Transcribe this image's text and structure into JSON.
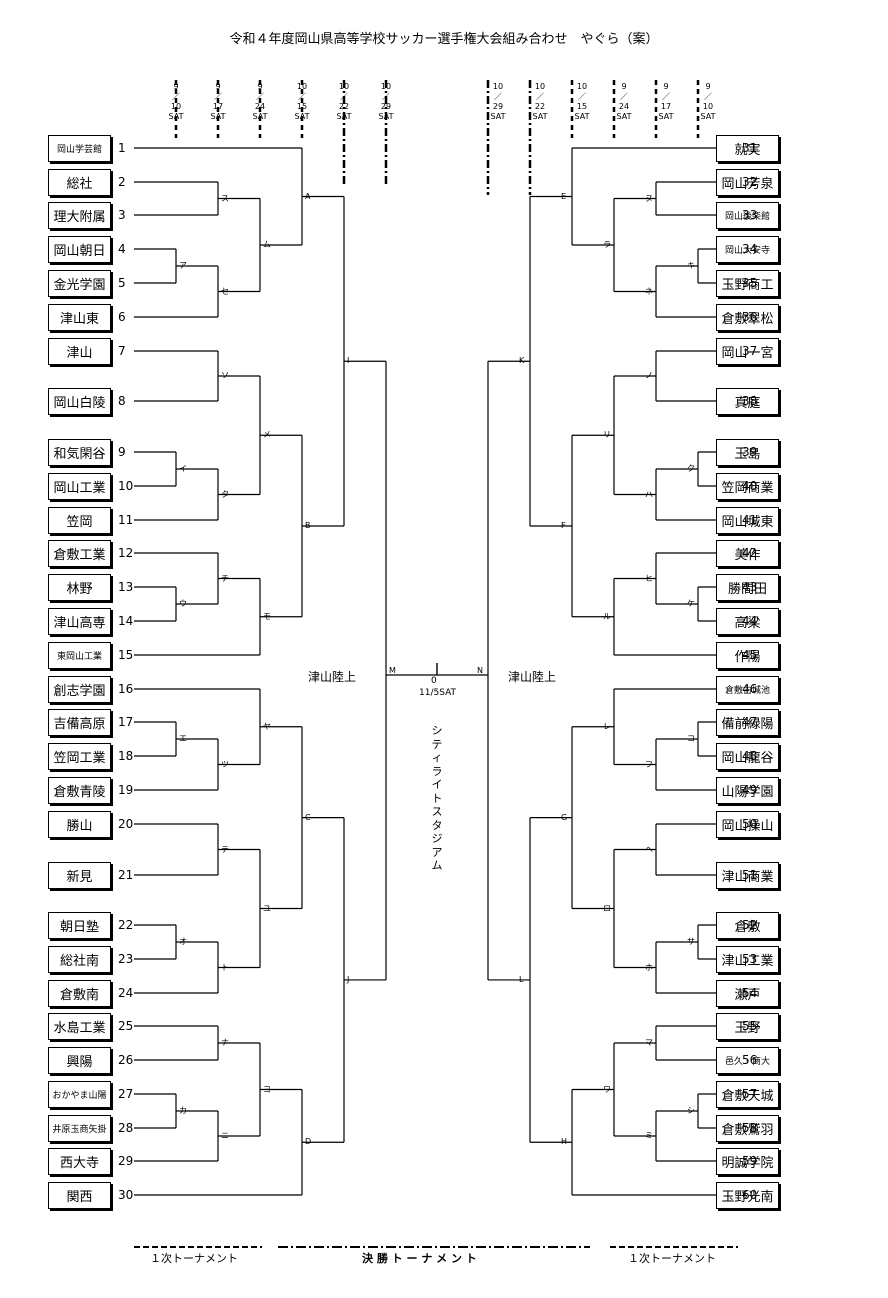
{
  "title": "令和４年度岡山県高等学校サッカー選手権大会組み合わせ　やぐら（案）",
  "dates_left": [
    {
      "m": "9",
      "d": "10",
      "w": "SAT"
    },
    {
      "m": "9",
      "d": "17",
      "w": "SAT"
    },
    {
      "m": "9",
      "d": "24",
      "w": "SAT"
    },
    {
      "m": "10",
      "d": "15",
      "w": "SAT"
    },
    {
      "m": "10",
      "d": "22",
      "w": "SAT"
    },
    {
      "m": "10",
      "d": "29",
      "w": "SAT"
    }
  ],
  "dates_right": [
    {
      "m": "10",
      "d": "29",
      "w": "SAT"
    },
    {
      "m": "10",
      "d": "22",
      "w": "SAT"
    },
    {
      "m": "10",
      "d": "15",
      "w": "SAT"
    },
    {
      "m": "9",
      "d": "24",
      "w": "SAT"
    },
    {
      "m": "9",
      "d": "17",
      "w": "SAT"
    },
    {
      "m": "9",
      "d": "10",
      "w": "SAT"
    }
  ],
  "date_sep": "／",
  "teams_left": [
    {
      "n": "1",
      "name": "岡山学芸館",
      "small": true
    },
    {
      "n": "2",
      "name": "総社"
    },
    {
      "n": "3",
      "name": "理大附属"
    },
    {
      "n": "4",
      "name": "岡山朝日"
    },
    {
      "n": "5",
      "name": "金光学園"
    },
    {
      "n": "6",
      "name": "津山東"
    },
    {
      "n": "7",
      "name": "津山"
    },
    {
      "n": "8",
      "name": "岡山白陵"
    },
    {
      "n": "9",
      "name": "和気閑谷"
    },
    {
      "n": "10",
      "name": "岡山工業"
    },
    {
      "n": "11",
      "name": "笠岡"
    },
    {
      "n": "12",
      "name": "倉敷工業"
    },
    {
      "n": "13",
      "name": "林野"
    },
    {
      "n": "14",
      "name": "津山高専"
    },
    {
      "n": "15",
      "name": "東岡山工業",
      "small": true
    },
    {
      "n": "16",
      "name": "創志学園"
    },
    {
      "n": "17",
      "name": "吉備高原"
    },
    {
      "n": "18",
      "name": "笠岡工業"
    },
    {
      "n": "19",
      "name": "倉敷青陵"
    },
    {
      "n": "20",
      "name": "勝山"
    },
    {
      "n": "21",
      "name": "新見"
    },
    {
      "n": "22",
      "name": "朝日塾"
    },
    {
      "n": "23",
      "name": "総社南"
    },
    {
      "n": "24",
      "name": "倉敷南"
    },
    {
      "n": "25",
      "name": "水島工業"
    },
    {
      "n": "26",
      "name": "興陽"
    },
    {
      "n": "27",
      "name": "おかやま山陽",
      "small": true
    },
    {
      "n": "28",
      "name": "井原玉商矢掛",
      "small": true
    },
    {
      "n": "29",
      "name": "西大寺"
    },
    {
      "n": "30",
      "name": "関西"
    }
  ],
  "teams_right": [
    {
      "n": "31",
      "name": "就実"
    },
    {
      "n": "32",
      "name": "岡山芳泉"
    },
    {
      "n": "33",
      "name": "岡山後楽館",
      "small": true
    },
    {
      "n": "34",
      "name": "岡山大安寺",
      "small": true
    },
    {
      "n": "35",
      "name": "玉野商工"
    },
    {
      "n": "36",
      "name": "倉敷翠松"
    },
    {
      "n": "37",
      "name": "岡山一宮"
    },
    {
      "n": "38",
      "name": "真庭"
    },
    {
      "n": "39",
      "name": "玉島"
    },
    {
      "n": "40",
      "name": "笠岡商業"
    },
    {
      "n": "41",
      "name": "岡山城東"
    },
    {
      "n": "42",
      "name": "美作"
    },
    {
      "n": "43",
      "name": "勝間田"
    },
    {
      "n": "44",
      "name": "高梁"
    },
    {
      "n": "45",
      "name": "作陽"
    },
    {
      "n": "46",
      "name": "倉敷古城池",
      "small": true
    },
    {
      "n": "47",
      "name": "備前緑陽"
    },
    {
      "n": "48",
      "name": "岡山龍谷"
    },
    {
      "n": "49",
      "name": "山陽学園"
    },
    {
      "n": "50",
      "name": "岡山操山"
    },
    {
      "n": "51",
      "name": "津山商業"
    },
    {
      "n": "52",
      "name": "倉敷"
    },
    {
      "n": "53",
      "name": "津山工業"
    },
    {
      "n": "54",
      "name": "瀬戸"
    },
    {
      "n": "55",
      "name": "玉野"
    },
    {
      "n": "56",
      "name": "邑久・商大",
      "small": true
    },
    {
      "n": "57",
      "name": "倉敷天城"
    },
    {
      "n": "58",
      "name": "倉敷鷲羽"
    },
    {
      "n": "59",
      "name": "明誠学院"
    },
    {
      "n": "60",
      "name": "玉野光南"
    }
  ],
  "match_labels": {
    "A": "A",
    "B": "B",
    "C": "C",
    "D": "D",
    "E": "E",
    "F": "F",
    "G": "G",
    "H": "H",
    "I": "I",
    "J": "J",
    "K": "K",
    "L": "L",
    "M": "M",
    "N": "N",
    "a": "ア",
    "i": "イ",
    "u": "ウ",
    "e": "エ",
    "o": "オ",
    "ka": "カ",
    "ki": "キ",
    "ku": "ク",
    "ke": "ケ",
    "ko": "コ",
    "sa": "サ",
    "shi": "シ",
    "su": "ス",
    "se": "セ",
    "so": "ソ",
    "ta": "タ",
    "chi": "チ",
    "tsu": "ツ",
    "te": "テ",
    "to": "ト",
    "na": "ナ",
    "ni": "ニ",
    "nu": "ヌ",
    "ne": "ネ",
    "no": "ノ",
    "ha": "ハ",
    "hi": "ヒ",
    "fu": "フ",
    "he": "ヘ",
    "ho": "ホ",
    "ma": "マ",
    "mi": "ミ",
    "mu": "ム",
    "me": "メ",
    "mo": "モ",
    "ya": "ヤ",
    "yu": "ユ",
    "yo": "ヨ",
    "ra": "ラ",
    "ri": "リ",
    "ru": "ル",
    "re": "レ",
    "ro": "ロ",
    "wa": "ワ"
  },
  "venue_left": "津山陸上",
  "venue_right": "津山陸上",
  "final_num": "0",
  "final_date": "11/5SAT",
  "final_venue": "シティライトスタジアム",
  "footer_left": "１次トーナメント",
  "footer_center": "決 勝 ト ー ナ メ ン ト",
  "footer_right": "１次トーナメント"
}
